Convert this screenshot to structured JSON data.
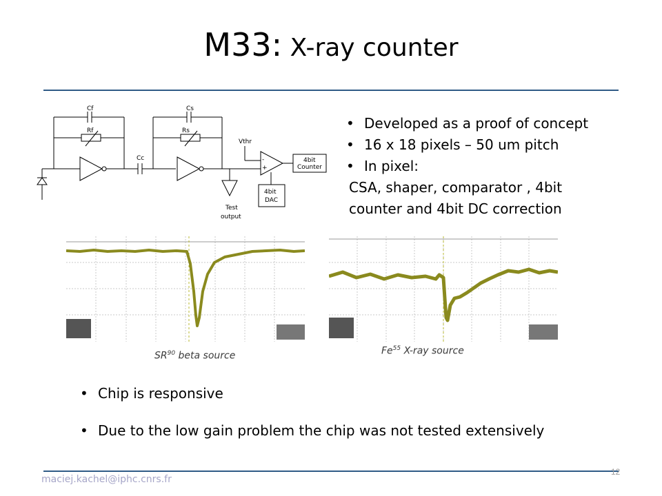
{
  "title": {
    "prefix": "M33:",
    "rest": " X-ray counter"
  },
  "schematic": {
    "cf": "Cf",
    "rf": "Rf",
    "cc": "Cc",
    "cs": "Cs",
    "rs": "Rs",
    "vthr": "Vthr",
    "counter_line1": "4bit",
    "counter_line2": "Counter",
    "dac_line1": "4bit",
    "dac_line2": "DAC",
    "test_line1": "Test",
    "test_line2": "output",
    "minus": "-",
    "plus": "+"
  },
  "top_bullets": [
    "Developed as a proof of concept",
    "16 x 18 pixels – 50 um pitch",
    "In pixel:"
  ],
  "top_continuation_1": "CSA,  shaper, comparator , 4bit",
  "top_continuation_2": "counter and 4bit DC correction",
  "captions": {
    "left_pre": "SR",
    "left_sup": "90",
    "left_post": " beta source",
    "right_pre": "Fe",
    "right_sup": "55",
    "right_post": " X-ray source"
  },
  "bottom_bullets": [
    "Chip is responsive",
    "Due to the low gain problem the chip was not tested extensively"
  ],
  "bullet_char": "•",
  "footer_email": "maciej.kachel@iphc.cnrs.fr",
  "page_number": "12",
  "colors": {
    "rule": "#2e5a86",
    "trace": "#8a8a1e",
    "scope_grid": "#c8c8c8"
  }
}
